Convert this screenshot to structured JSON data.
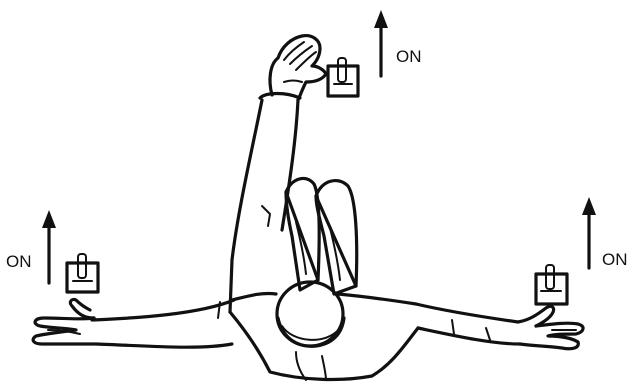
{
  "labels": {
    "top": "ON",
    "left": "ON",
    "right": "ON"
  },
  "colors": {
    "ink": "#111111",
    "background": "#ffffff"
  }
}
